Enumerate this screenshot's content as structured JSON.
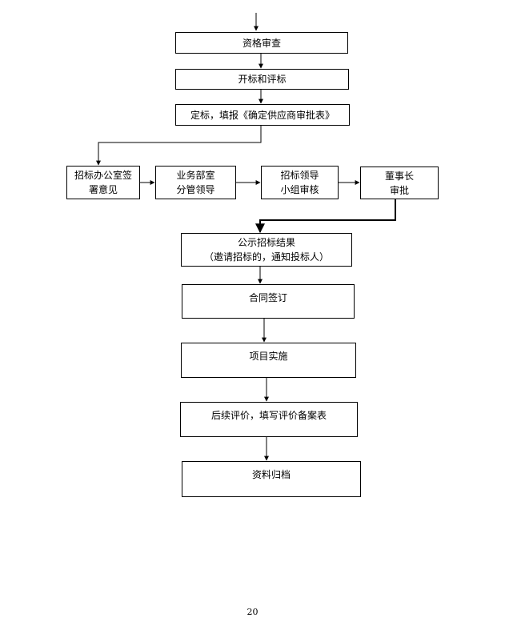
{
  "flowchart": {
    "nodes": {
      "qualification_review": [
        "资格审查"
      ],
      "bid_opening_evaluation": [
        "开标和评标"
      ],
      "bid_award": [
        "定标，填报《确定供应商审批表》"
      ],
      "tender_office_opinion": [
        "招标办公室签",
        "署意见"
      ],
      "business_dept_head": [
        "业务部室",
        "分管领导"
      ],
      "tender_leading_group": [
        "招标领导",
        "小组审核"
      ],
      "chairman_approval": [
        "董事长",
        "审批"
      ],
      "publish_result": [
        "公示招标结果",
        "（邀请招标的，通知投标人）"
      ],
      "contract_signing": [
        "合同签订"
      ],
      "project_implementation": [
        "项目实施"
      ],
      "follow_up_evaluation": [
        "后续评价，填写评价备案表"
      ],
      "archiving": [
        "资料归档"
      ]
    }
  },
  "footer": {
    "page_number": "20"
  }
}
